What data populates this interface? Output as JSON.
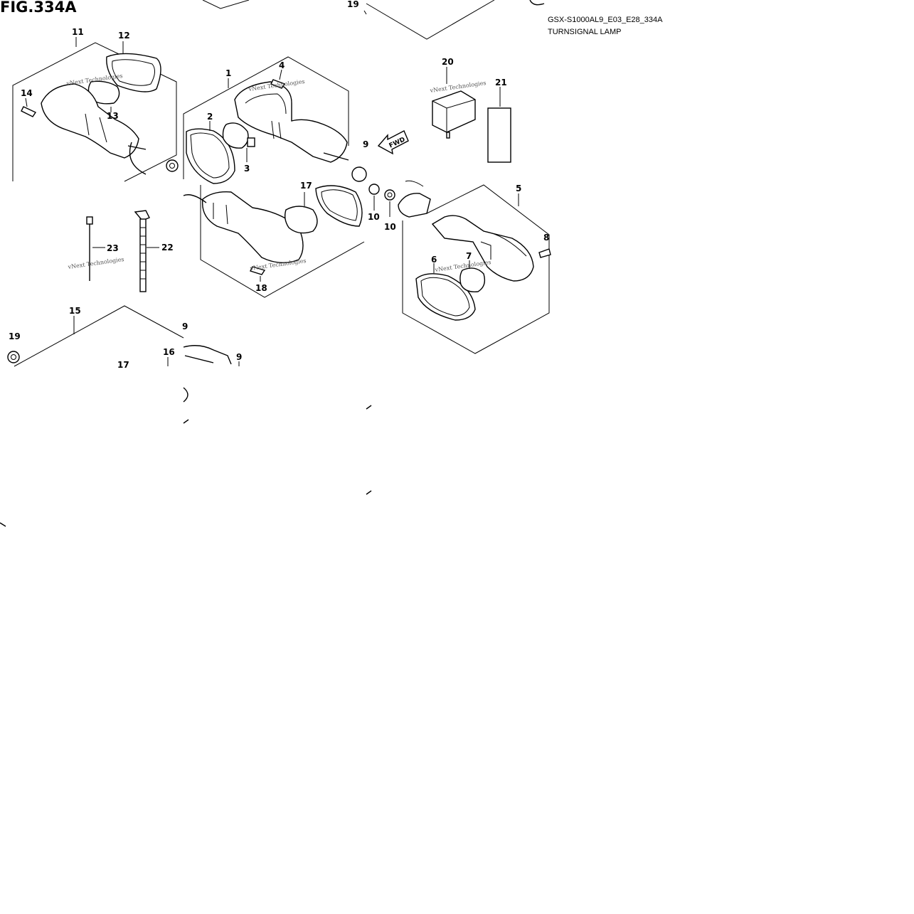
{
  "figure": {
    "title": "FIG.334A",
    "model_code": "GSX-S1000AL9_E03_E28_334A",
    "subtitle": "TURNSIGNAL LAMP",
    "direction_label": "FWD",
    "watermark": "vNext Technologies"
  },
  "callouts": {
    "c1": "1",
    "c2": "2",
    "c3": "3",
    "c4": "4",
    "c5": "5",
    "c6": "6",
    "c7": "7",
    "c8": "8",
    "c9a": "9",
    "c9b": "9",
    "c9c": "9",
    "c10a": "10",
    "c10b": "10",
    "c11": "11",
    "c12": "12",
    "c13": "13",
    "c14": "14",
    "c15": "15",
    "c16": "16",
    "c17a": "17",
    "c17b": "17",
    "c18": "18",
    "c19a": "19",
    "c19b": "19",
    "c20": "20",
    "c21": "21",
    "c22": "22",
    "c23": "23"
  }
}
